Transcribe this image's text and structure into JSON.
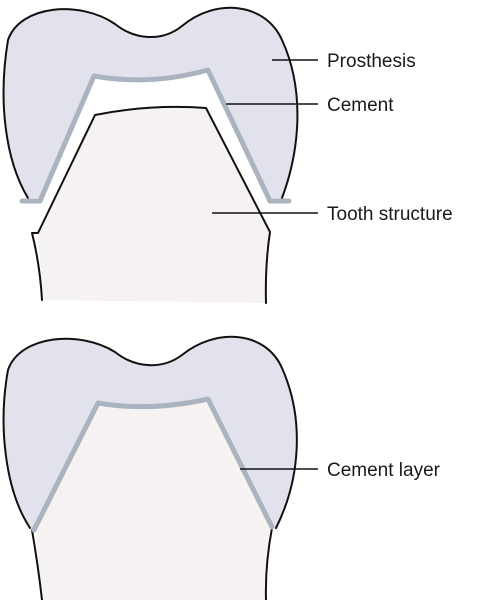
{
  "colors": {
    "prosthesis_fill": "#e1e2ec",
    "tooth_fill": "#f6f2f1",
    "cement": "#aab3bf",
    "outline": "#111111",
    "background": "#ffffff"
  },
  "top_diagram": {
    "labels": {
      "prosthesis": "Prosthesis",
      "cement": "Cement",
      "tooth_structure": "Tooth structure"
    }
  },
  "bottom_diagram": {
    "labels": {
      "cement_layer": "Cement layer"
    }
  }
}
